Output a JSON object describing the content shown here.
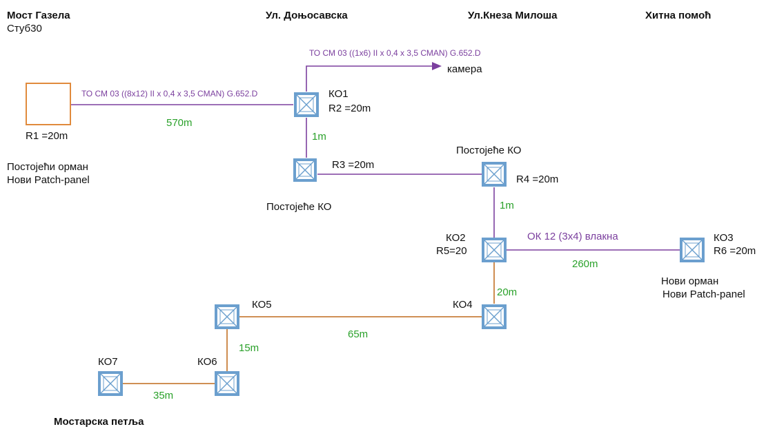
{
  "headers": {
    "most_gazela": "Мост Газела",
    "stub": "Стуб30",
    "donjosavska": "Ул. Доњосавска",
    "kneza_milosa": "Ул.Кнеза Милоша",
    "hitna_pomoc": "Хитна помоћ",
    "mostarska": "Мостарска петља"
  },
  "cables": {
    "to_camera": "ТО СМ 03 ((1х6) II х 0,4 х 3,5 СМАN) G.652.D",
    "to_ko1": "ТО СМ 03 ((8х12) II х 0,4 х 3,5 СМАN) G.652.D",
    "ok12": "ОК 12 (3х4) влакна"
  },
  "labels": {
    "camera": "камера",
    "r1": "R1 =20m",
    "existing_cabinet_1": "Постојећи орман",
    "new_patch_1": "Нови  Patch-panel",
    "ko1": "КО1",
    "r2": "R2 =20m",
    "r3": "R3 =20m",
    "existing_ko_1": "Постојеће КО",
    "existing_ko_2": "Постојеће КО",
    "r4": "R4 =20m",
    "ko2": "КО2",
    "r5": "R5=20",
    "ko3": "КО3",
    "r6": "R6 =20m",
    "new_cabinet": "Нови орман",
    "new_patch_2": "Нови Patch-panel",
    "ko4": "КО4",
    "ko5": "КО5",
    "ko6": "КО6",
    "ko7": "КО7"
  },
  "lengths": {
    "l570": "570m",
    "l1a": "1m",
    "l1b": "1m",
    "l260": "260m",
    "l20": "20m",
    "l65": "65m",
    "l15": "15m",
    "l35": "35m"
  },
  "colors": {
    "box": "#6b9fce",
    "purple_line": "#7b3f9e",
    "orange_line": "#c87f3c",
    "length_text": "#2aa12a",
    "cabinet": "#e08a3c"
  }
}
